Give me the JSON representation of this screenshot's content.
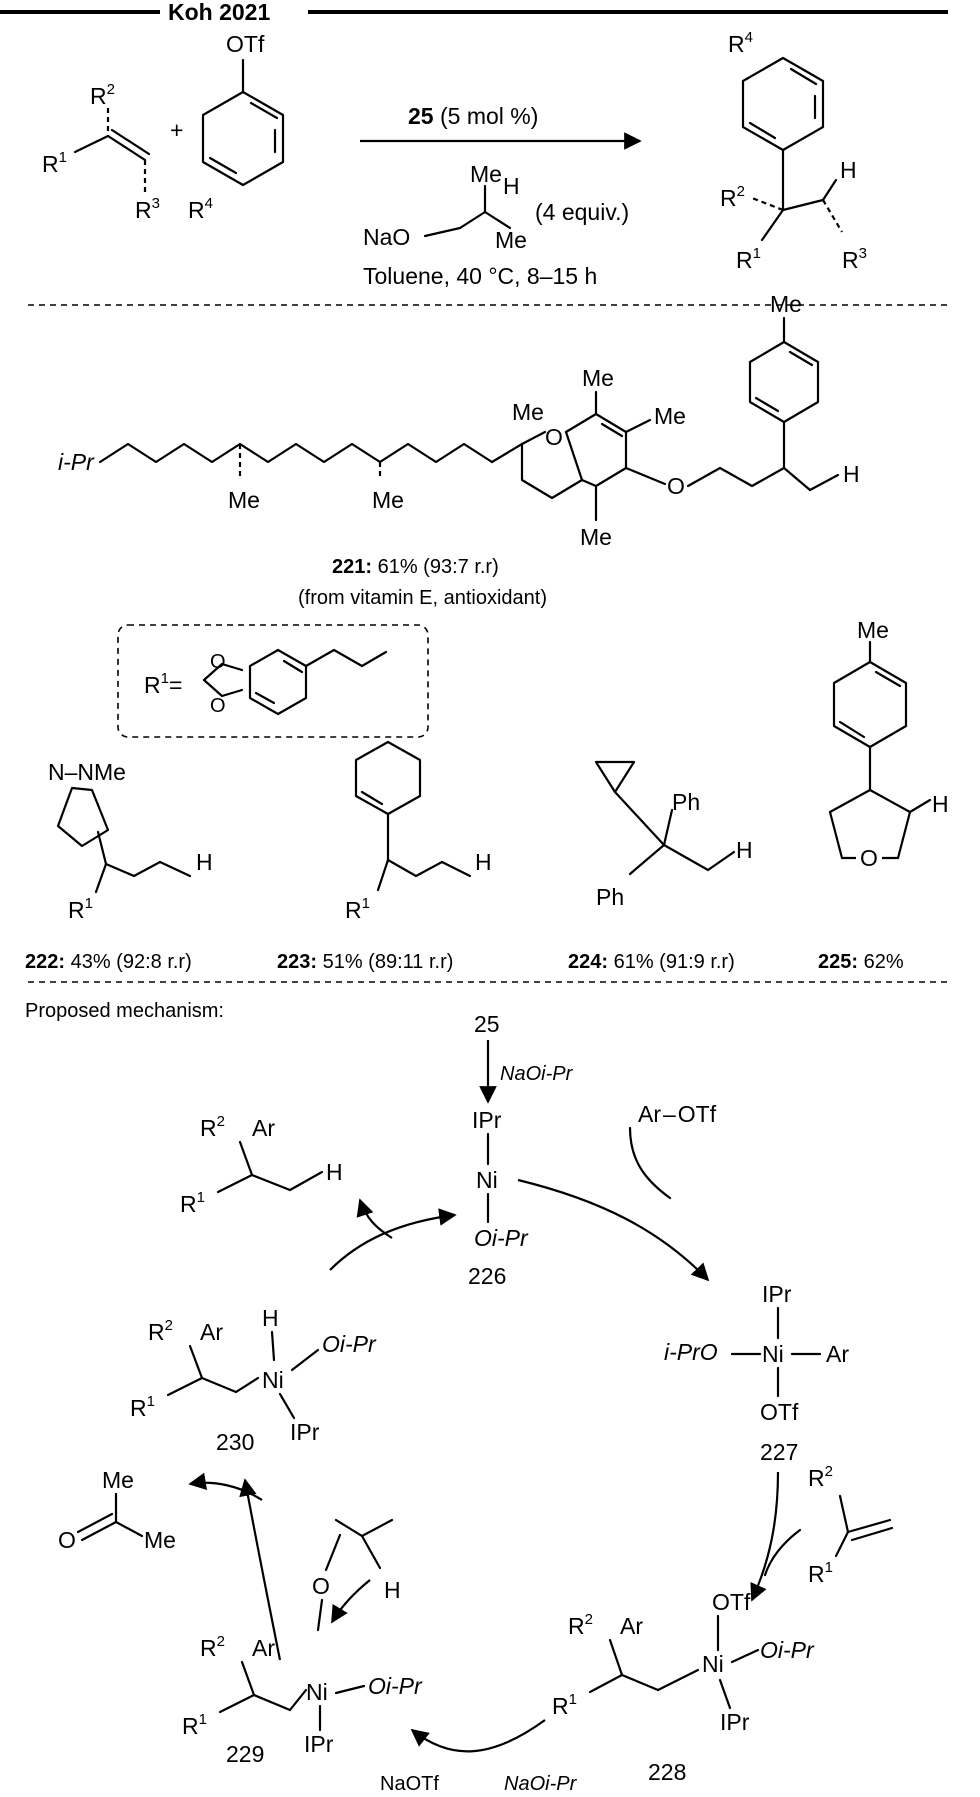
{
  "header": {
    "title": "Koh 2021"
  },
  "reaction": {
    "reagent_num": "25",
    "reagent_loading": " (5 mol %)",
    "sub_me_top": "Me",
    "sub_h": "H",
    "sub_nao": "NaO",
    "sub_me_bottom": "Me",
    "equiv": "(4 equiv.)",
    "conditions": "Toluene, 40 °C, 8–15 h",
    "otf": "OTf",
    "plus": "+",
    "r1": "R",
    "r2": "R",
    "r3": "R",
    "r4": "R",
    "h_prod": "H"
  },
  "examples": {
    "e221": {
      "num": "221:",
      "yield": " 61% (93:7 r.r)",
      "note": "(from vitamin E, antioxidant)"
    },
    "r1_def": "R",
    "r1_eq": "=",
    "e222": {
      "num": "222:",
      "yield": " 43% (92:8 r.r)",
      "group": "N–NMe"
    },
    "e223": {
      "num": "223:",
      "yield": " 51% (89:11 r.r)"
    },
    "e224": {
      "num": "224:",
      "yield": " 61% (91:9 r.r)",
      "ph": "Ph"
    },
    "e225": {
      "num": "225:",
      "yield": " 62%"
    },
    "labels": {
      "me": "Me",
      "ipr": "i-Pr",
      "h": "H",
      "o": "O"
    }
  },
  "mechanism": {
    "heading": "Proposed mechanism:",
    "start": "25",
    "step1": "NaOi-Pr",
    "c226": {
      "num": "226",
      "top": "IPr",
      "metal": "Ni",
      "bottom": "Oi-Pr"
    },
    "c227": {
      "num": "227",
      "top": "IPr",
      "left": "i-PrO",
      "metal": "Ni",
      "right": "Ar",
      "bottom": "OTf"
    },
    "c228": {
      "num": "228",
      "metal": "Ni",
      "top": "OTf",
      "right": "Oi-Pr",
      "bottom": "IPr"
    },
    "c229": {
      "num": "229",
      "metal": "Ni",
      "right": "Oi-Pr",
      "bottom": "IPr"
    },
    "c230": {
      "num": "230",
      "metal": "Ni",
      "right": "Oi-Pr",
      "bottom": "IPr",
      "h": "H"
    },
    "aroTf": "Ar",
    "aroTf_otf": "OTf",
    "product_ar": "Ar",
    "product_h": "H",
    "acetone_me": "Me",
    "acetone_o": "O",
    "byproduct_naotf": "NaOTf",
    "reagent_naoipr": "NaOi-Pr",
    "ar": "Ar",
    "o": "O",
    "h": "H"
  }
}
